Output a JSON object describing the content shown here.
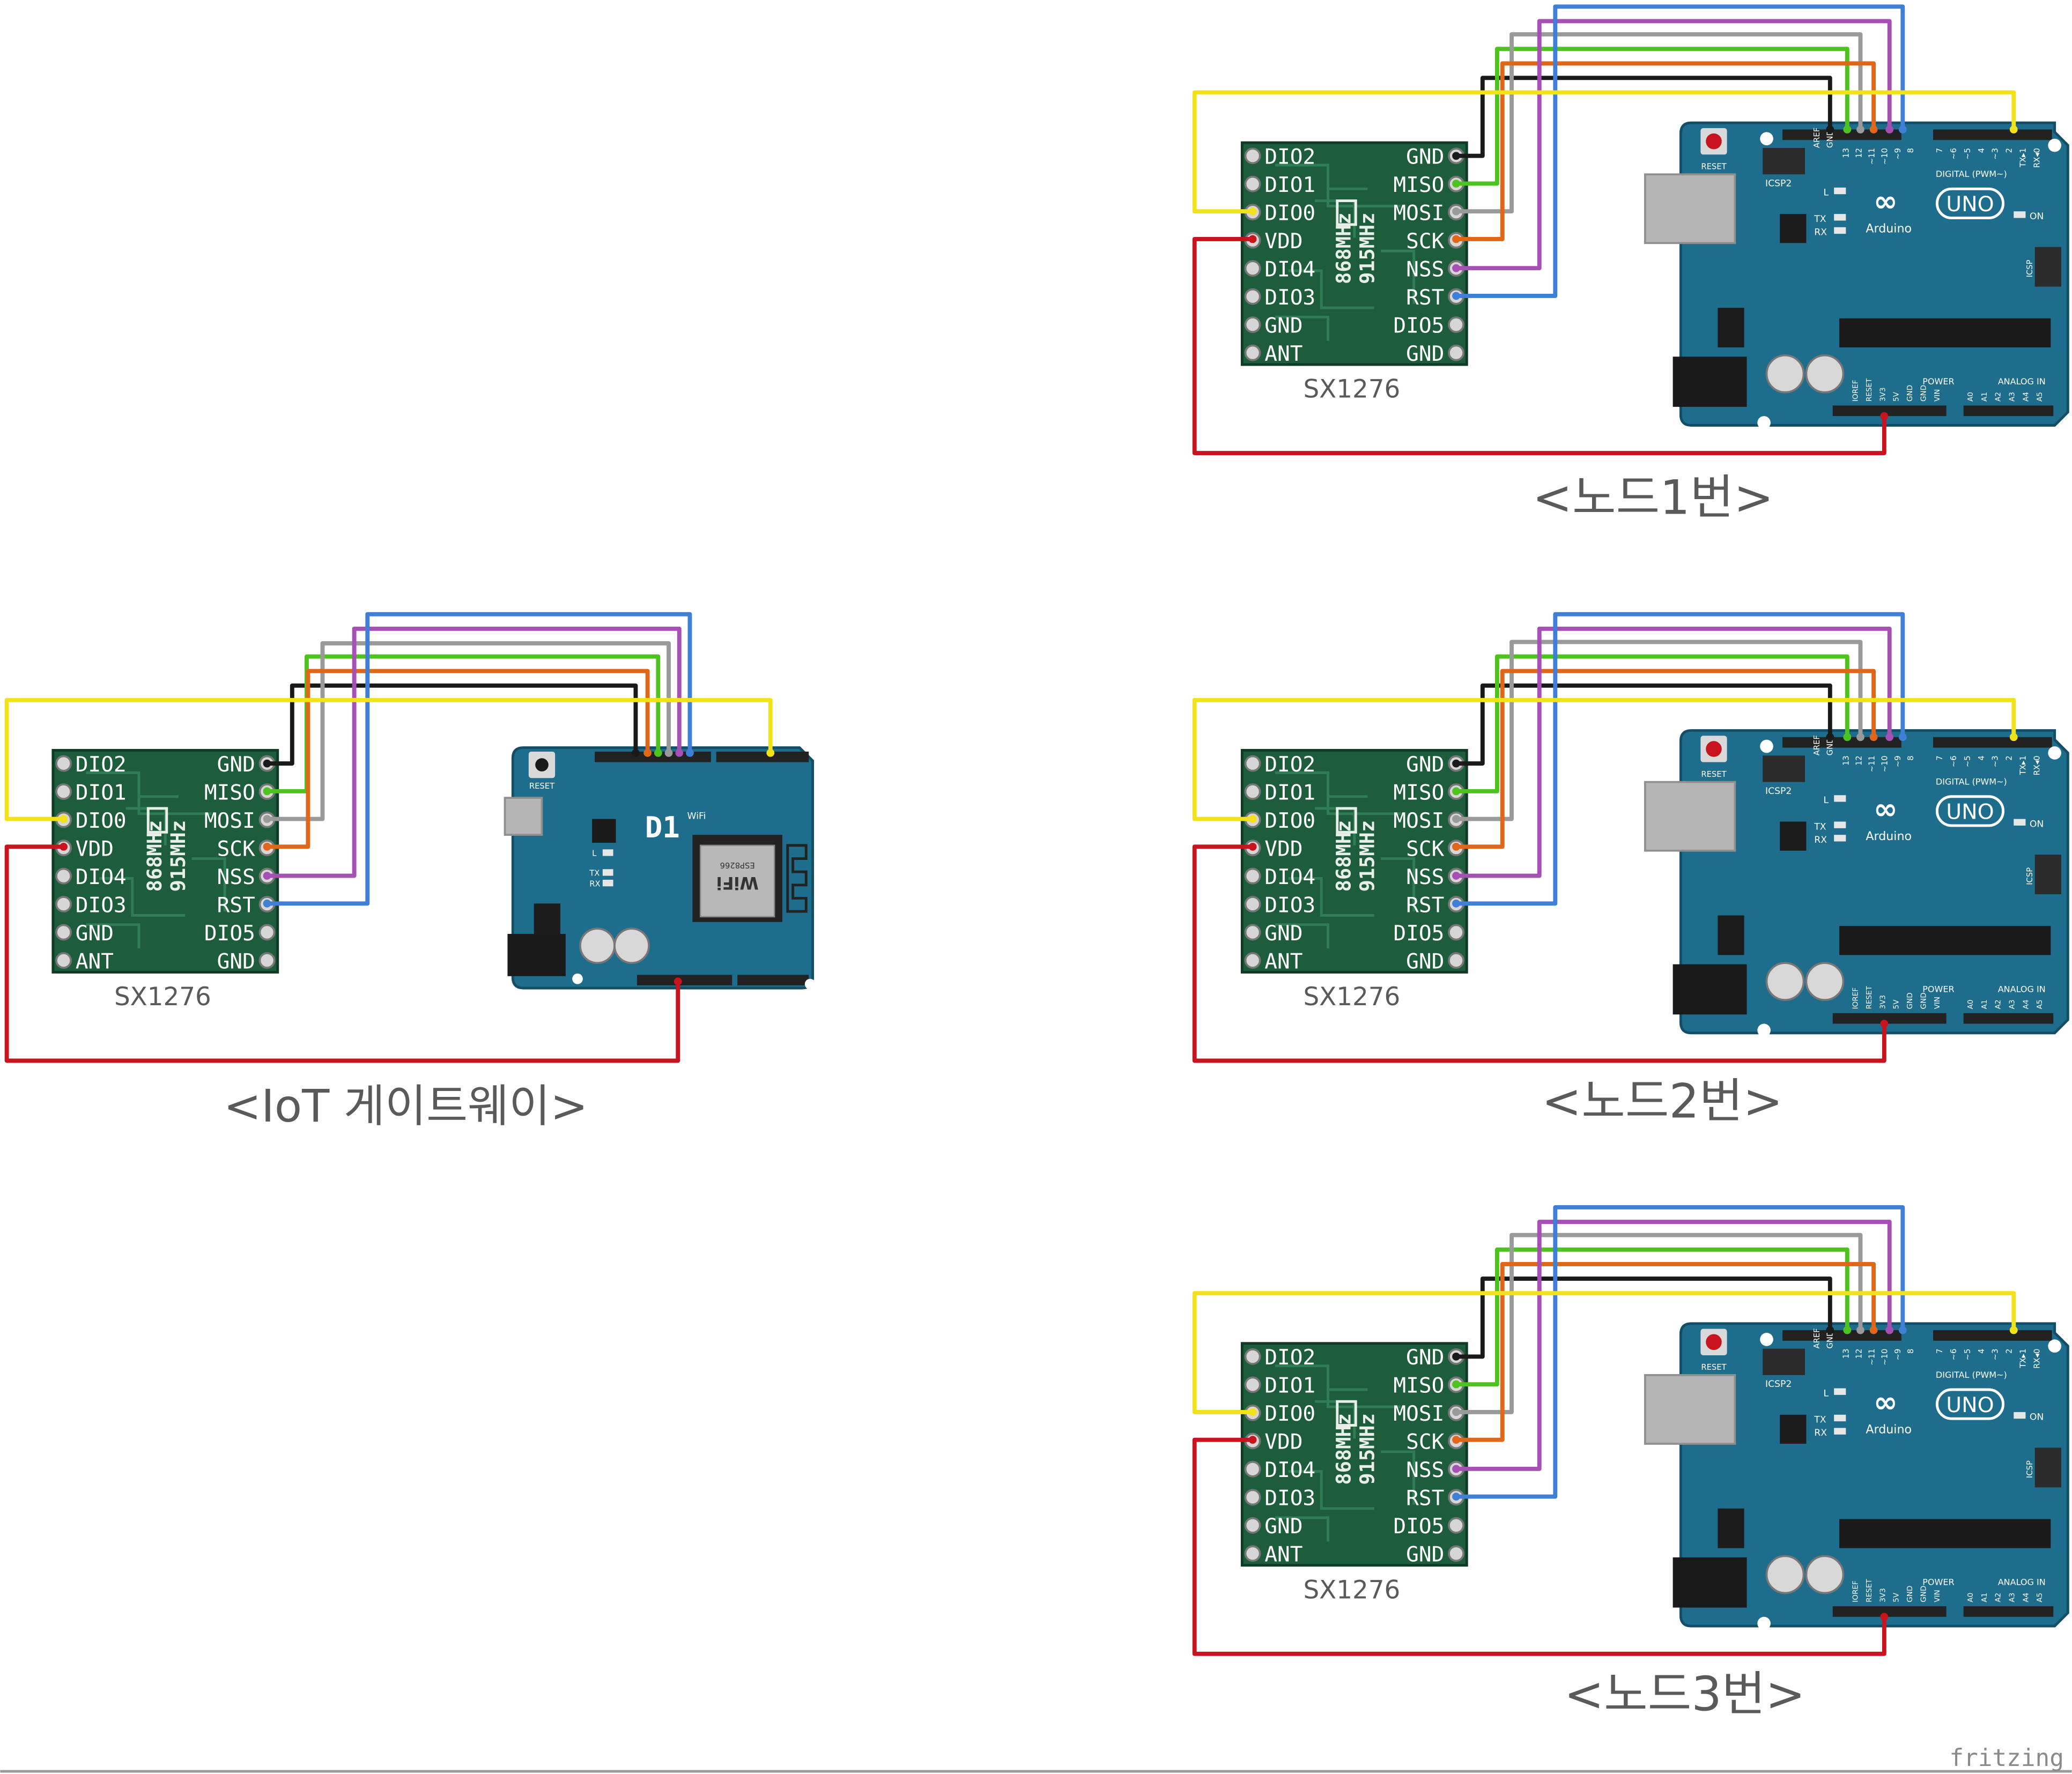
{
  "captions": {
    "gateway": "<IoT 게이트웨이>",
    "node1": "<노드1번>",
    "node2": "<노드2번>",
    "node3": "<노드3번>"
  },
  "module": {
    "name": "SX1276",
    "freq_line1": "868MHz",
    "freq_line2": "915MHz",
    "left_pins": [
      "DIO2",
      "DIO1",
      "DIO0",
      "VDD",
      "DIO4",
      "DIO3",
      "GND",
      "ANT"
    ],
    "right_pins": [
      "GND",
      "MISO",
      "MOSI",
      "SCK",
      "NSS",
      "RST",
      "DIO5",
      "GND"
    ]
  },
  "uno": {
    "brand": "Arduino",
    "model": "UNO",
    "reset": "RESET",
    "icsp": "ICSP",
    "icsp2": "ICSP2",
    "digital": "DIGITAL (PWM~)",
    "power": "POWER",
    "analog": "ANALOG IN",
    "led_l": "L",
    "led_tx": "TX",
    "led_rx": "RX",
    "led_on": "ON",
    "aref": "AREF",
    "gnd": "GND",
    "pins_a": [
      "13",
      "12",
      "~11",
      "~10",
      "~9",
      "8"
    ],
    "pins_b": [
      "7",
      "~6",
      "~5",
      "4",
      "~3",
      "2",
      "TX▸1",
      "RX◂0"
    ],
    "power_pins": [
      "IOREF",
      "RESET",
      "3V3",
      "5V",
      "GND",
      "GND",
      "VIN"
    ],
    "analog_pins": [
      "A0",
      "A1",
      "A2",
      "A3",
      "A4",
      "A5"
    ]
  },
  "d1": {
    "title": "D1",
    "sub": "WiFi",
    "reset": "RESET",
    "wifi": "WiFi",
    "model": "ESP8266",
    "led_l": "L",
    "led_tx": "TX",
    "led_rx": "RX"
  },
  "watermark": "fritzing",
  "wire_colors": {
    "gnd": "#1a1a1a",
    "miso": "#4ec21f",
    "mosi": "#9a9a9a",
    "sck": "#e0661a",
    "nss": "#a64fb5",
    "rst": "#3f7fd6",
    "dio0": "#f2e21c",
    "vdd": "#c8141e"
  }
}
